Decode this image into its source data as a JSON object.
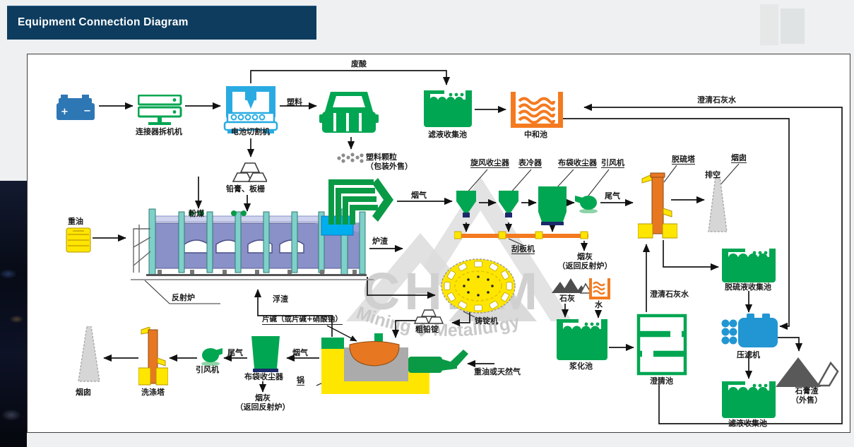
{
  "header": {
    "title": "Equipment Connection Diagram"
  },
  "watermark": {
    "brand": "CHMM",
    "tagline": "Mining ◆ Metallurgy"
  },
  "colors": {
    "header_bg": "#0d3c5e",
    "green": "#00a651",
    "duct_green": "#0a9a46",
    "orange": "#f47a20",
    "cyan": "#29abe2",
    "yellow": "#ffe600",
    "furnace_body": "#8a90c8",
    "teal_column": "#7fd0c9",
    "press_blue": "#2196d3"
  },
  "labels": {
    "dismantler": "连接器拆机机",
    "battery_cutter": "电池切割机",
    "plastic": "塑料",
    "waste_acid": "废酸",
    "plastic_pellets": "塑料颗粒\n（包装外售）",
    "filtrate_pool_top": "滤液收集池",
    "neutralization_pool": "中和池",
    "clarified_limewater_top": "澄清石灰水",
    "pulverized_coal": "粉煤",
    "lead_paste_grid": "铅膏、板栅",
    "heavy_oil": "重油",
    "reverberatory_furnace": "反射炉",
    "flue_gas_mid": "烟气",
    "furnace_slag": "炉渣",
    "dross": "浮渣",
    "cyclone_collector": "旋风收尘器",
    "surface_cooler": "表冷器",
    "bag_collector_top": "布袋收尘器",
    "draft_fan_top": "引风机",
    "tail_gas_top": "尾气",
    "desulfurization_tower": "脱硫塔",
    "vent": "排空",
    "chimney_right": "烟囱",
    "scraper_machine": "刮板机",
    "smoke_ash_top": "烟灰\n（返回反射炉）",
    "casting_machine": "铸锭机",
    "crude_lead_ingot": "粗铅锭",
    "caustic_flakes": "片碱（或片碱+硝酸钠）",
    "kettle": "锅",
    "heavy_oil_or_natural_gas": "重油或天然气",
    "flue_gas_bottom": "烟气",
    "bag_collector_bottom": "布袋收尘器",
    "smoke_ash_bottom": "烟灰\n（返回反射炉）",
    "tail_gas_bottom": "尾气",
    "draft_fan_bottom": "引风机",
    "scrubber_tower": "洗涤塔",
    "chimney_left": "烟囱",
    "lime": "石灰",
    "water": "水",
    "slurry_pool": "浆化池",
    "clarification_pool": "澄清池",
    "clarified_limewater_right": "澄清石灰水",
    "desulf_liquid_pool": "脱硫液收集池",
    "filter_press": "压滤机",
    "gypsum_residue": "石膏渣\n（外售）",
    "filtrate_pool_bottom": "滤液收集池"
  }
}
